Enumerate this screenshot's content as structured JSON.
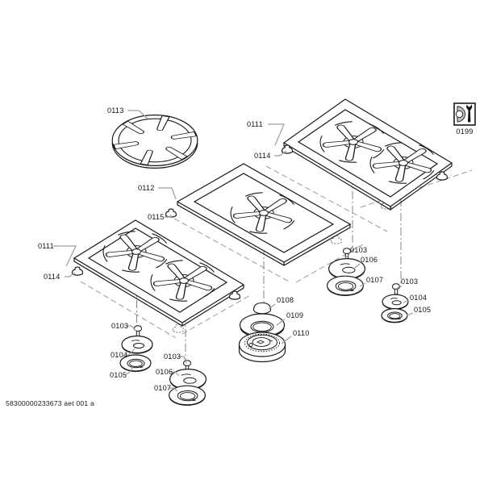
{
  "diagram": {
    "title_code": "58300000233673 aet 001 a",
    "service_icon_label": "0199"
  },
  "labels": [
    {
      "part": "wok-ring-grate",
      "text": "0113"
    },
    {
      "part": "grate-top-right",
      "text": "0111"
    },
    {
      "part": "grate-top-right-foot",
      "text": "0114"
    },
    {
      "part": "grate-center",
      "text": "0112"
    },
    {
      "part": "grate-center-foot",
      "text": "0115"
    },
    {
      "part": "grate-bottom-left",
      "text": "0111"
    },
    {
      "part": "grate-bottom-left-foot",
      "text": "0114"
    },
    {
      "part": "stack1-igniter",
      "text": "0103"
    },
    {
      "part": "stack1-burner-cap",
      "text": "0104"
    },
    {
      "part": "stack1-burner-ring",
      "text": "0105"
    },
    {
      "part": "stack2-igniter",
      "text": "0103"
    },
    {
      "part": "stack2-burner-cap",
      "text": "0106"
    },
    {
      "part": "stack2-burner-ring",
      "text": "0107"
    },
    {
      "part": "large-burner-knob",
      "text": "0108"
    },
    {
      "part": "large-burner-cap",
      "text": "0109"
    },
    {
      "part": "large-burner-base",
      "text": "0110"
    },
    {
      "part": "stack4-igniter",
      "text": "0103"
    },
    {
      "part": "stack4-burner-cap",
      "text": "0106"
    },
    {
      "part": "stack4-burner-ring",
      "text": "0107"
    },
    {
      "part": "stack5-igniter",
      "text": "0103"
    },
    {
      "part": "stack5-burner-cap",
      "text": "0104"
    },
    {
      "part": "stack5-burner-ring",
      "text": "0105"
    }
  ],
  "colors": {
    "line": "#1a1a1a",
    "leader": "#9d9d9d",
    "ghost": "#9b9b9b",
    "icon_gray": "#c3c3c3"
  }
}
